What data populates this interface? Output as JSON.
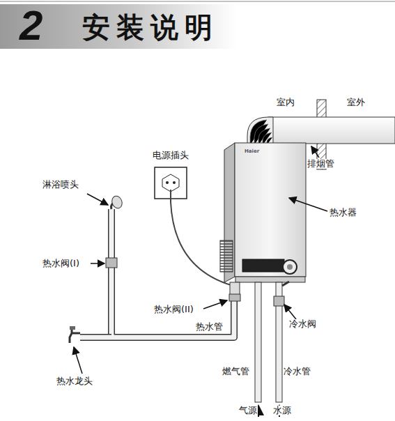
{
  "diagram": {
    "title": "安装说明",
    "nodes": [
      {
        "text": [
          "Haier"
        ]
      }
    ],
    "labels": [
      "2",
      "室内",
      "室外",
      "排烟管",
      "电源插头",
      "淋浴喷头",
      "热水器",
      "热水阀(I)",
      "热水阀(II)",
      "热水管",
      "冷水阀",
      "燃气管",
      "冷水管",
      "热水龙头",
      "气源",
      "水源"
    ]
  }
}
